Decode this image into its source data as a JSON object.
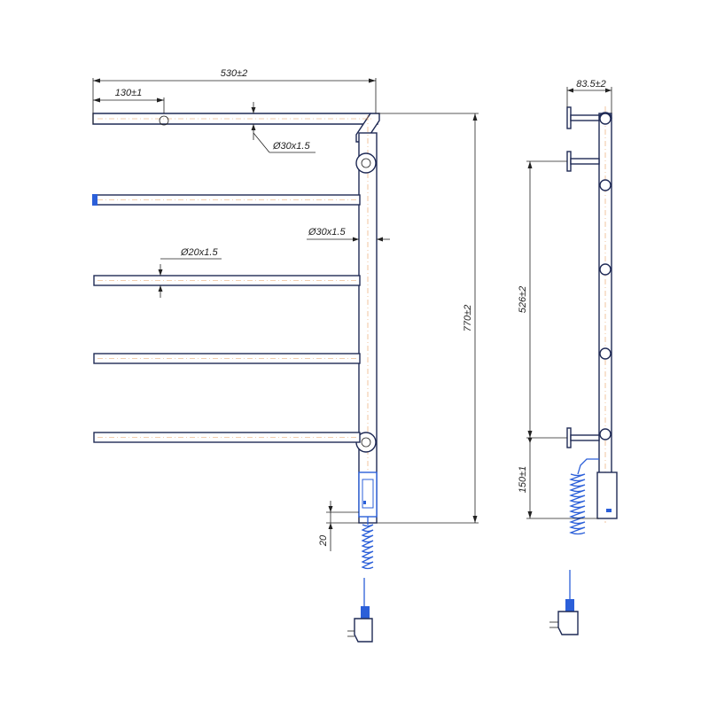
{
  "dimensions": {
    "overall_width": "530±2",
    "first_mount": "130±1",
    "top_tube_dia": "Ø30x1.5",
    "upright_tube_dia": "Ø30x1.5",
    "bar_dia": "Ø20x1.5",
    "overall_height": "770±2",
    "offset_20": "20",
    "side_depth": "83.5±2",
    "mount_spacing": "526±2",
    "bottom_mount_height": "150±1"
  },
  "colors": {
    "outline": "#1f2a55",
    "centerline": "#e8a060",
    "cable": "#2b5fd9"
  }
}
